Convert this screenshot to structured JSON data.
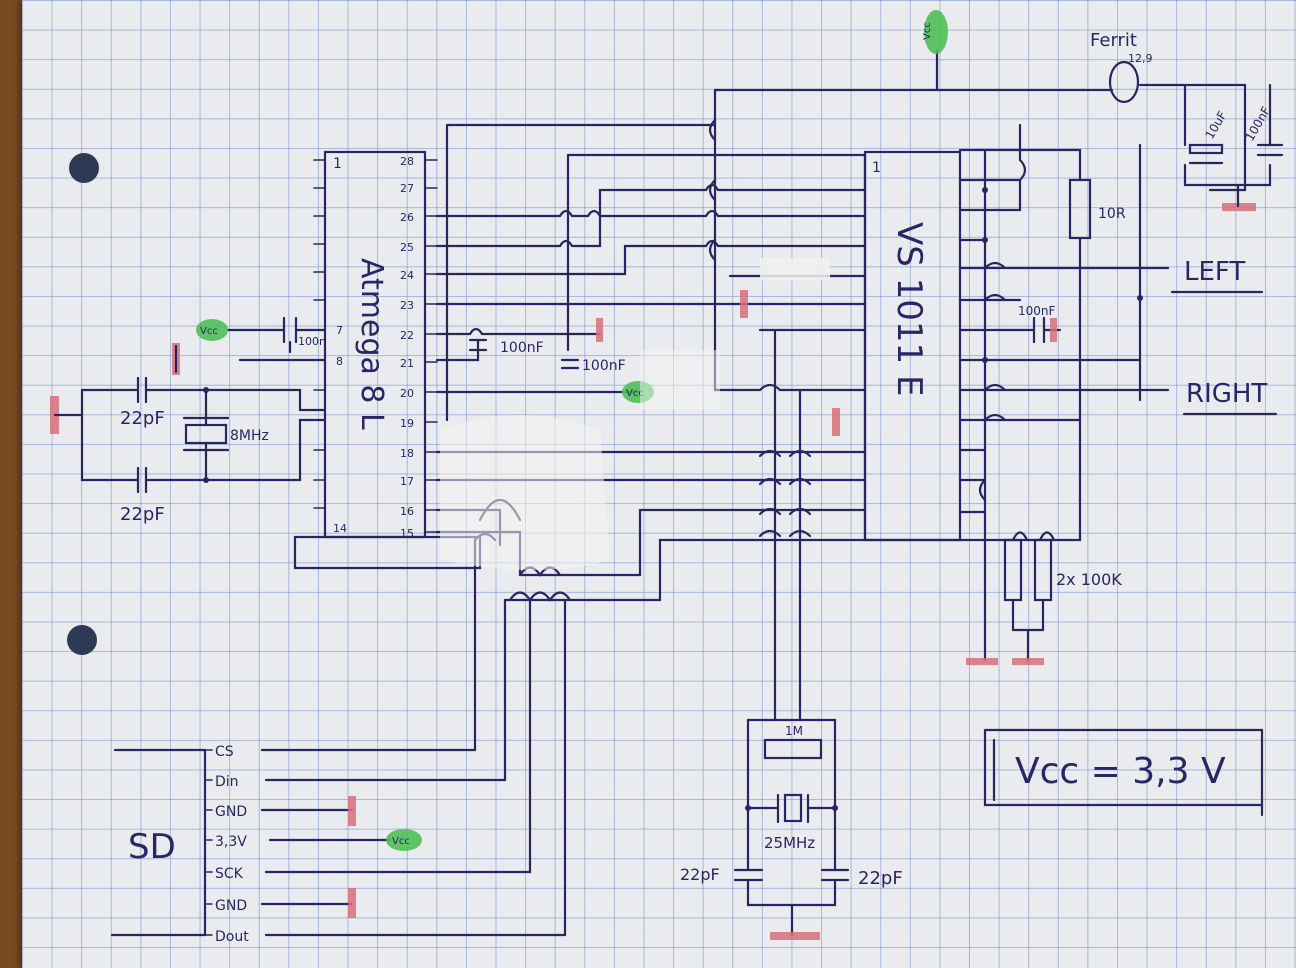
{
  "components": {
    "mcu": {
      "name": "Atmega 8 L",
      "pin_top_left": "1",
      "pin_bottom_left": "14"
    },
    "decoder": {
      "name": "VS 1011 E",
      "pin_top_left": "1"
    },
    "ferrite": {
      "label": "Ferrit",
      "sub": "12,9"
    },
    "sd": {
      "label": "SD"
    },
    "vcc_note": "Vcc = 3,3 V"
  },
  "mcu_pins_right": [
    "28",
    "27",
    "26",
    "25",
    "24",
    "23",
    "22",
    "21",
    "20",
    "19",
    "18",
    "17",
    "16",
    "15"
  ],
  "mcu_pins_left": [
    "7",
    "8"
  ],
  "sd_pins": [
    "CS",
    "Din",
    "GND",
    "3,3V",
    "SCK",
    "GND",
    "Dout"
  ],
  "values": {
    "cap_100n_vcc": "100n",
    "cap_22pf_top": "22pF",
    "cap_22pf_bottom": "22pF",
    "crystal_8mhz": "8MHz",
    "cap_100nf_a": "100nF",
    "cap_100nf_b": "100nF",
    "crystal_25mhz": "25MHz",
    "res_1m": "1M",
    "cap_22pf_left": "22pF",
    "cap_22pf_right": "22pF",
    "res_10r": "10R",
    "cap_100nf_c": "100nF",
    "res_2x100k": "2x 100K",
    "cap_10uf": "10uF",
    "cap_100nf_d": "100nF"
  },
  "outputs": {
    "left": "LEFT",
    "right": "RIGHT"
  },
  "supply_labels": {
    "vcc": "Vcc"
  },
  "colors": {
    "ink": "#2a2560",
    "ground_marker": "#d86f7a",
    "vcc_marker": "#4fbf56",
    "paper": "#e9ebee"
  }
}
